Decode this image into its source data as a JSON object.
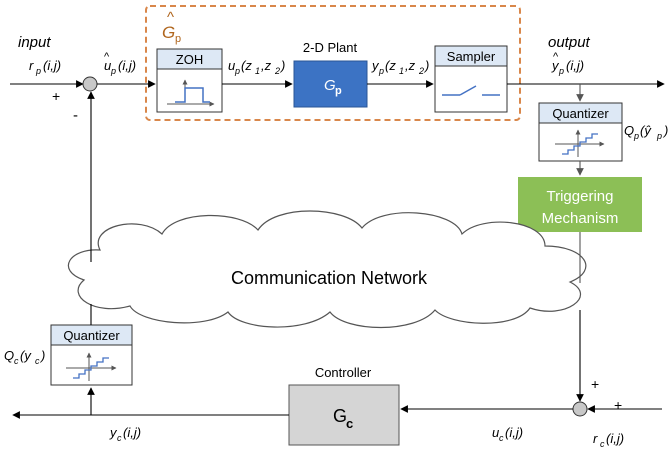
{
  "blocks": {
    "zoh": "ZOH",
    "plant_title": "2-D Plant",
    "plant": "G",
    "plant_sub": "p",
    "sampler": "Sampler",
    "quantizer_top": "Quantizer",
    "quantizer_bottom": "Quantizer",
    "triggering_line1": "Triggering",
    "triggering_line2": "Mechanism",
    "network": "Communication Network",
    "controller_title": "Controller",
    "controller": "G",
    "controller_sub": "c",
    "ghat": "G",
    "ghat_sub": "p",
    "ghat_hat": "^"
  },
  "labels": {
    "input": "input",
    "output": "output",
    "r_p": "r",
    "r_p_sub": "p",
    "r_p_args": "(i,j)",
    "u_hat_p": "u",
    "u_hat_p_sub": "p",
    "u_hat_p_args": "(i,j)",
    "u_hat_p_hat": "^",
    "u_p": "u",
    "u_p_sub": "p",
    "u_p_args": "(z",
    "u_p_z1": "1",
    "u_p_mid": ",z",
    "u_p_z2": "2",
    "u_p_end": ")",
    "y_p": "y",
    "y_p_sub": "p",
    "y_p_args": "(z",
    "y_p_z1": "1",
    "y_p_mid": ",z",
    "y_p_z2": "2",
    "y_p_end": ")",
    "y_hat_p": "y",
    "y_hat_p_sub": "p",
    "y_hat_p_args": "(i,j)",
    "y_hat_p_hat": "^",
    "q_p": "Q",
    "q_p_sub": "p",
    "q_p_args": "(ŷ",
    "q_p_args_sub": "p",
    "q_p_end": ")",
    "q_c": "Q",
    "q_c_sub": "c",
    "q_c_args": "(y",
    "q_c_args_sub": "c",
    "q_c_end": ")",
    "y_c": "y",
    "y_c_sub": "c",
    "y_c_args": "(i,j)",
    "u_c": "u",
    "u_c_sub": "c",
    "u_c_args": "(i,j)",
    "r_c": "r",
    "r_c_sub": "c",
    "r_c_args": "(i,j)",
    "plus_top": "+",
    "minus_top": "-",
    "plus_bottom_upper": "+",
    "plus_bottom_right": "+"
  },
  "colors": {
    "plant_fill": "#3c73c4",
    "controller_fill": "#d5d5d5",
    "triggering_fill": "#8cbf56",
    "dashed_box": "#d9874a",
    "ghat_text": "#b0661e",
    "quantizer_header": "#dde8f5",
    "summing_fill": "#c8c8c8"
  }
}
